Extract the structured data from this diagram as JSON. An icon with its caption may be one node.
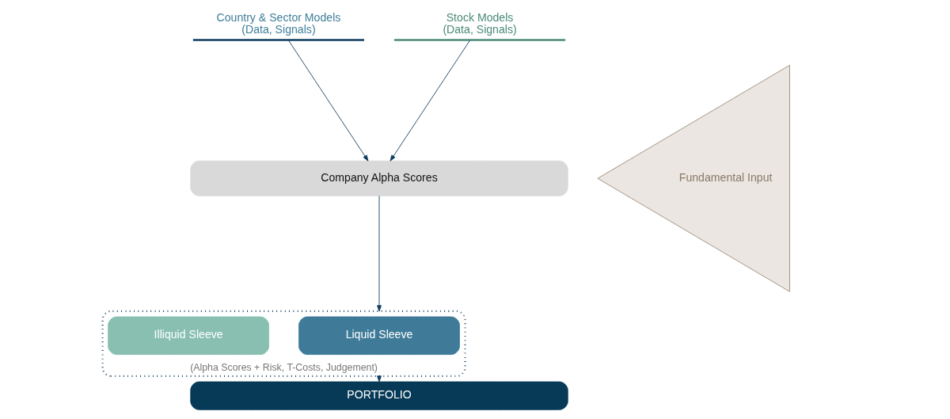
{
  "diagram": {
    "nodes": [
      {
        "text": [
          "Country & Sector Models",
          "(Data, Signals)"
        ]
      },
      {
        "text": [
          "Stock Models",
          "(Data, Signals)"
        ]
      },
      {
        "text": [
          "Company Alpha Scores"
        ]
      },
      {
        "text": [
          "(Alpha Scores + Risk, T-Costs, Judgement)"
        ]
      },
      {
        "text": [
          "Liquid Sleeve"
        ],
        "in": 3
      },
      {
        "text": [
          "Illiquid Sleeve"
        ],
        "in": 3
      },
      {
        "text": [
          "PORTFOLIO"
        ]
      },
      {
        "text": [
          "Fundamental Input"
        ]
      }
    ],
    "edges": [
      {
        "from": 0,
        "to": 2,
        "arrow": "to"
      },
      {
        "from": 1,
        "to": 2,
        "arrow": "to"
      },
      {
        "from": 2,
        "to": 3,
        "arrow": "to"
      },
      {
        "from": 3,
        "to": 6,
        "arrow": "to"
      }
    ]
  }
}
